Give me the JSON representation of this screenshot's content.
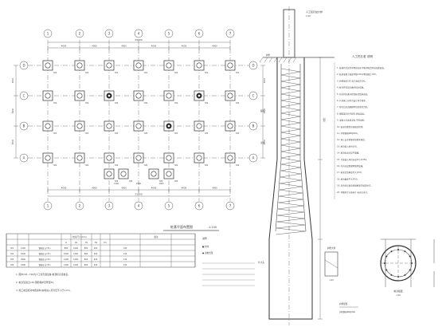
{
  "plan": {
    "title": "桩基平面布置图",
    "scale": "1:100",
    "axis_letters": [
      "A",
      "B",
      "C",
      "D"
    ],
    "axis_numbers": [
      "1",
      "2",
      "3",
      "4",
      "5",
      "6",
      "7"
    ],
    "top_dim_total": "23900",
    "bottom_dim_total": "23900",
    "bay_dims": [
      "4000",
      "4000",
      "4000",
      "4000",
      "4000",
      "4000"
    ],
    "center_dims": [
      "1400",
      "2400",
      "1400"
    ],
    "side_dims": [
      "3600",
      "3900",
      "3600"
    ],
    "pile_tags": [
      "YZ1",
      "YZ2",
      "YZ3",
      "YZ4"
    ]
  },
  "pile_table": {
    "header_label": "桩身尺寸(mm)",
    "header_cols": [
      "D",
      "D1",
      "H1",
      "H2",
      "H3"
    ],
    "remarks_label": "备注",
    "rows": [
      {
        "id": "YZ1",
        "d": "1400",
        "desc": "钢筋笼 长=5m",
        "d1": "800",
        "h1": "1000",
        "h2": "800",
        "h3": "200",
        "note": "C30"
      },
      {
        "id": "YZ2",
        "d": "1600",
        "desc": "钢筋笼 长=5m",
        "d1": "1000",
        "h1": "1200",
        "h2": "800",
        "h3": "200",
        "note": "C30"
      },
      {
        "id": "YZ3",
        "d": "2000",
        "desc": "钢筋笼 长=5m",
        "d1": "1200",
        "h1": "1200",
        "h2": "800",
        "h3": "200",
        "note": "C30"
      },
      {
        "id": "YZ4",
        "d": "2200",
        "desc": "钢筋笼 长=5m",
        "d1": "1400",
        "h1": "1200",
        "h2": "800",
        "h3": "200",
        "note": "C30"
      }
    ]
  },
  "notes_left": [
    "1. 图中YZ1~YZ4为人工挖孔灌注桩,桩顶标高见桩表。",
    "2. 桩身混凝土C30,钢筋保护层厚度50。",
    "3. 施工前应核对地质资料,桩端进入持力层不小于1.0m。"
  ],
  "legend": {
    "title": "说明",
    "items": [
      "■ 桩位",
      "● 试桩位置"
    ]
  },
  "section": {
    "title": "人工挖孔桩大样",
    "scale": "1:50",
    "labels": [
      "护壁",
      "箍筋",
      "主筋",
      "桩长",
      "扩大头"
    ]
  },
  "notes_right": {
    "title": "人工挖孔桩 说明",
    "lines": [
      "1. 桩基持力层为中风化岩层,单桩承载力特征值见桩表。",
      "2. 桩身混凝土强度等级C30,护壁混凝土C25。",
      "3. 护壁厚度150,每节高度1000。",
      "4. 桩孔开挖前应做好排水措施。",
      "5. 挖孔时应逐节检查桩位及垂直度。",
      "6. 扩底施工应符合设计尺寸要求。",
      "7. 终孔后应由勘察单位验收持力层。",
      "8. 钢筋笼应分节制作,焊接连接。",
      "9. 混凝土应连续浇筑,不得中断。",
      "10. 桩身完整性应按规范检测。",
      "11. 护壁钢筋Φ8@200。",
      "12. 施工安全措施详见相关规范。",
      "13. 桩顶嵌入承台100。",
      "14. 桩顶标高详见平面图。",
      "15. 主筋锚入承台长度不小于35d。",
      "16. 孔内应设置通风照明设施。",
      "17. 桩底沉渣厚度不大于50。",
      "18. 桩位偏差不大于50。",
      "19. 其余未尽事宜按国家现行规范执行。",
      "20. 本图尺寸以毫米计,标高以米计。"
    ]
  },
  "detail_1": {
    "title": "护壁大样",
    "scale": "1:20"
  },
  "detail_2": {
    "title": "桩身截面",
    "scale": "1:20"
  },
  "detail_3": {
    "title": "护壁配筋",
    "note": "护壁钢筋Φ8@200"
  }
}
